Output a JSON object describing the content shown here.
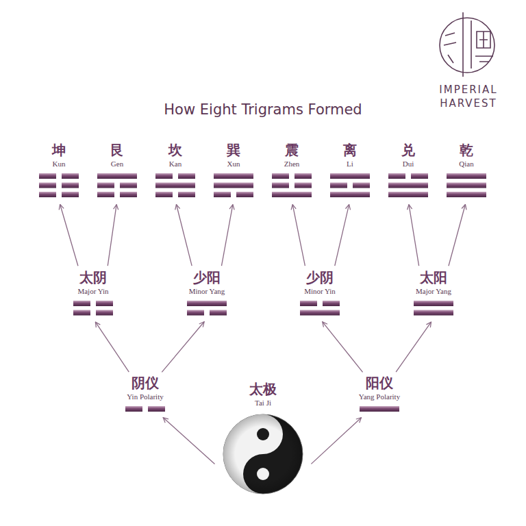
{
  "diagram": {
    "title": "How Eight Trigrams Formed",
    "nodes": [
      {
        "text": [
          "坤",
          "Kun"
        ]
      },
      {
        "text": [
          "艮",
          "Gen"
        ]
      },
      {
        "text": [
          "坎",
          "Kan"
        ]
      },
      {
        "text": [
          "巽",
          "Xun"
        ]
      },
      {
        "text": [
          "震",
          "Zhen"
        ]
      },
      {
        "text": [
          "离",
          "Li"
        ]
      },
      {
        "text": [
          "兑",
          "Dui"
        ]
      },
      {
        "text": [
          "乾",
          "Qian"
        ]
      },
      {
        "text": [
          "太阴",
          "Major Yin"
        ]
      },
      {
        "text": [
          "少阳",
          "Minor Yang"
        ]
      },
      {
        "text": [
          "少阴",
          "Minor Yin"
        ]
      },
      {
        "text": [
          "太阳",
          "Major Yang"
        ]
      },
      {
        "text": [
          "阴仪",
          "Yin Polarity"
        ]
      },
      {
        "text": [
          "阳仪",
          "Yang Polarity"
        ]
      },
      {
        "text": [
          "太极",
          "Tai Ji"
        ]
      }
    ],
    "edges": [
      {
        "from": 8,
        "to": 0,
        "arrow": "to"
      },
      {
        "from": 8,
        "to": 1,
        "arrow": "to"
      },
      {
        "from": 9,
        "to": 2,
        "arrow": "to"
      },
      {
        "from": 9,
        "to": 3,
        "arrow": "to"
      },
      {
        "from": 10,
        "to": 4,
        "arrow": "to"
      },
      {
        "from": 10,
        "to": 5,
        "arrow": "to"
      },
      {
        "from": 11,
        "to": 6,
        "arrow": "to"
      },
      {
        "from": 11,
        "to": 7,
        "arrow": "to"
      },
      {
        "from": 12,
        "to": 8,
        "arrow": "to"
      },
      {
        "from": 12,
        "to": 9,
        "arrow": "to"
      },
      {
        "from": 13,
        "to": 10,
        "arrow": "to"
      },
      {
        "from": 13,
        "to": 11,
        "arrow": "to"
      },
      {
        "from": 14,
        "to": 12,
        "arrow": "to"
      },
      {
        "from": 14,
        "to": 13,
        "arrow": "to"
      }
    ],
    "labels": [
      "IMPERIAL HARVEST"
    ]
  }
}
